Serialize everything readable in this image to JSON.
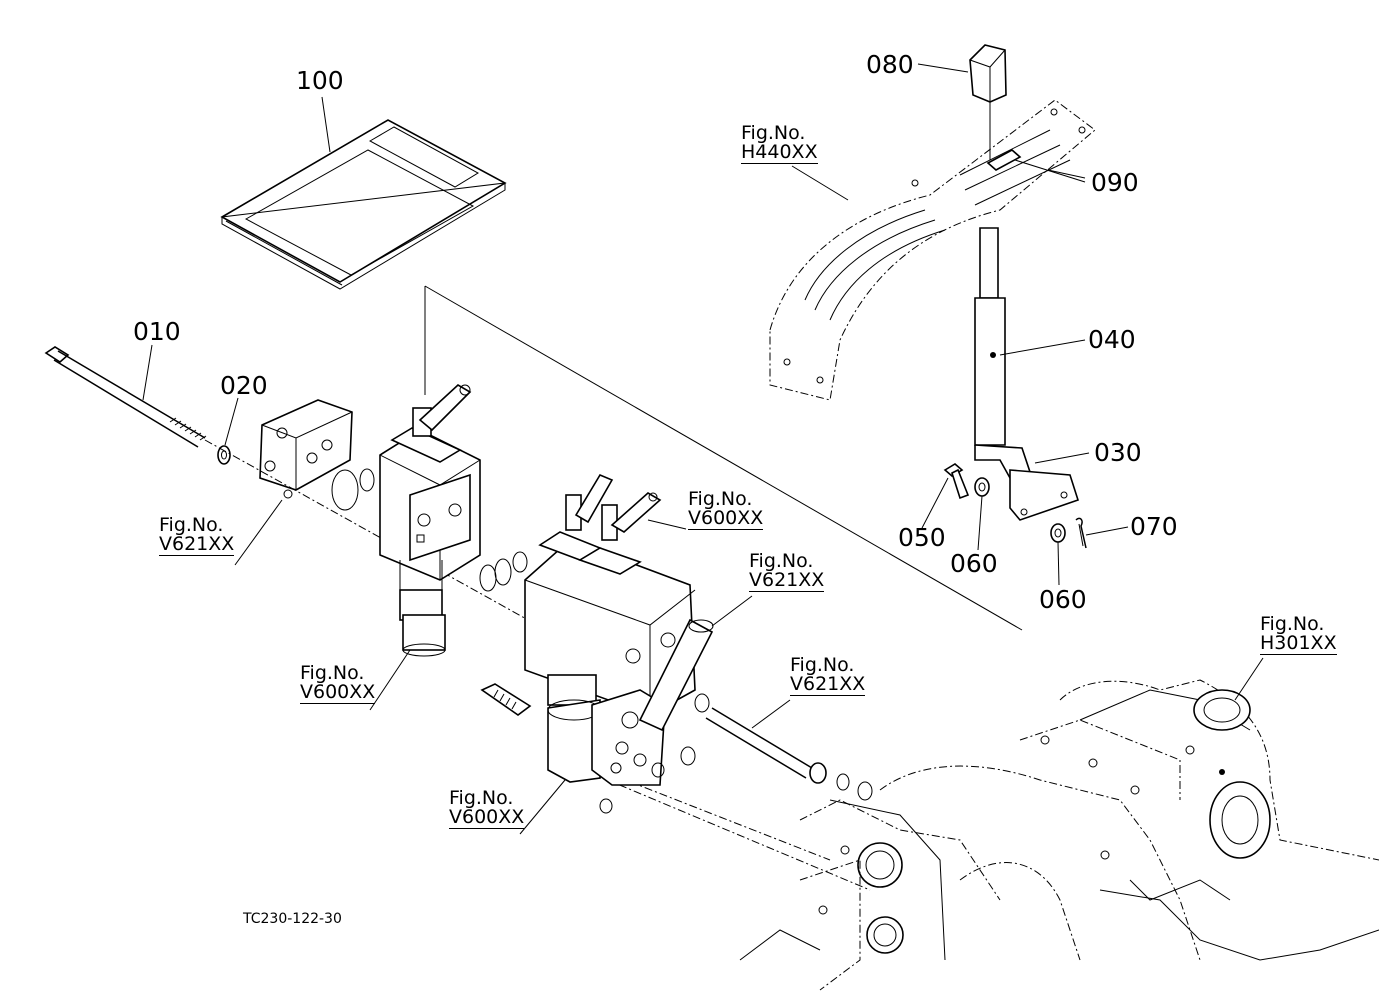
{
  "diagram": {
    "part_labels": {
      "p100": "100",
      "p010": "010",
      "p020": "020",
      "p080": "080",
      "p090": "090",
      "p040": "040",
      "p030": "030",
      "p050": "050",
      "p060a": "060",
      "p060b": "060",
      "p070": "070"
    },
    "fig_refs": {
      "h440": {
        "title": "Fig.No.",
        "code": "H440XX"
      },
      "v621a": {
        "title": "Fig.No.",
        "code": "V621XX"
      },
      "v600a": {
        "title": "Fig.No.",
        "code": "V600XX"
      },
      "v600b": {
        "title": "Fig.No.",
        "code": "V600XX"
      },
      "v621b": {
        "title": "Fig.No.",
        "code": "V621XX"
      },
      "v621c": {
        "title": "Fig.No.",
        "code": "V621XX"
      },
      "v600c": {
        "title": "Fig.No.",
        "code": "V600XX"
      },
      "h301": {
        "title": "Fig.No.",
        "code": "H301XX"
      }
    },
    "drawing_code": "TC230-122-30"
  }
}
